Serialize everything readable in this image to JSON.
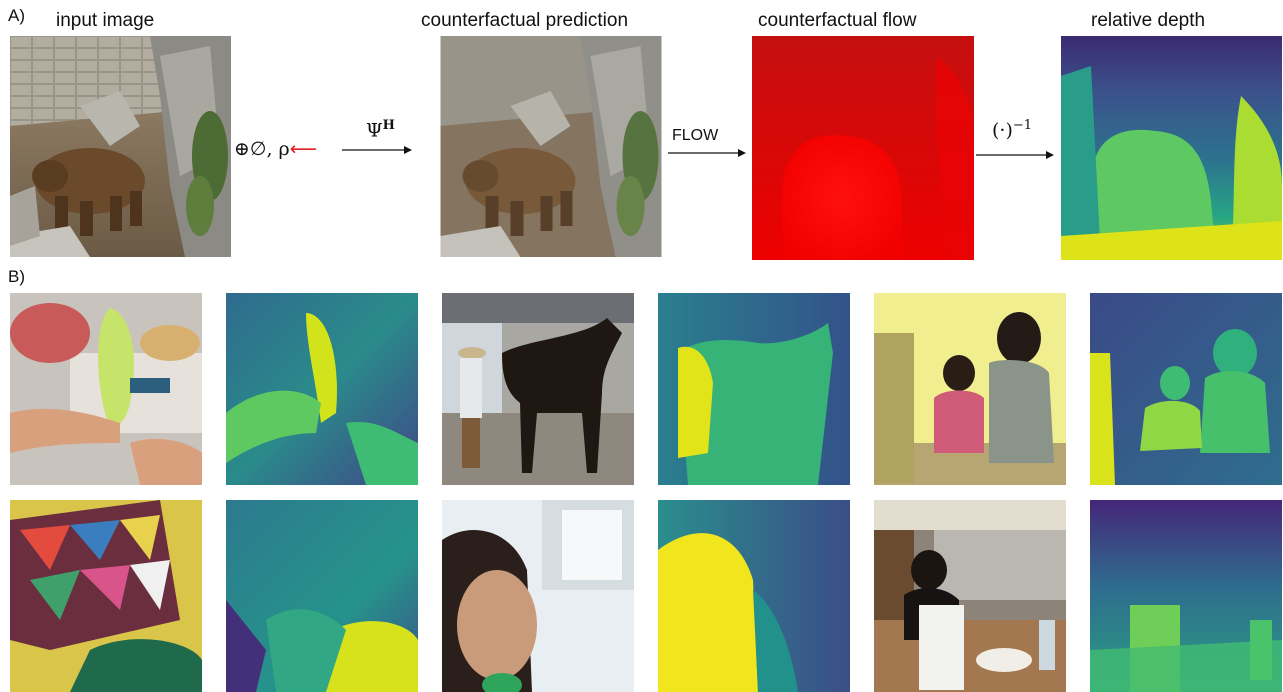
{
  "panel_a": {
    "label": "A)",
    "titles": {
      "input": "input image",
      "prediction": "counterfactual prediction",
      "flow": "counterfactual flow",
      "depth": "relative depth"
    },
    "operators": {
      "perturbation": "⊕∅, ρ",
      "perturbation_arrow": "⟵",
      "predictor": "Ψ",
      "predictor_sup": "H",
      "flow_op": "FLOW",
      "inverse": "(·)",
      "inverse_sup": "−1"
    }
  },
  "panel_b": {
    "label": "B)"
  },
  "colors": {
    "viridis_dark": "#440154",
    "viridis_blue": "#31688e",
    "viridis_teal": "#21918c",
    "viridis_green": "#35b779",
    "viridis_yellow": "#fde725",
    "flow_red": "#e60000",
    "accent_arrow": "#e02020"
  }
}
